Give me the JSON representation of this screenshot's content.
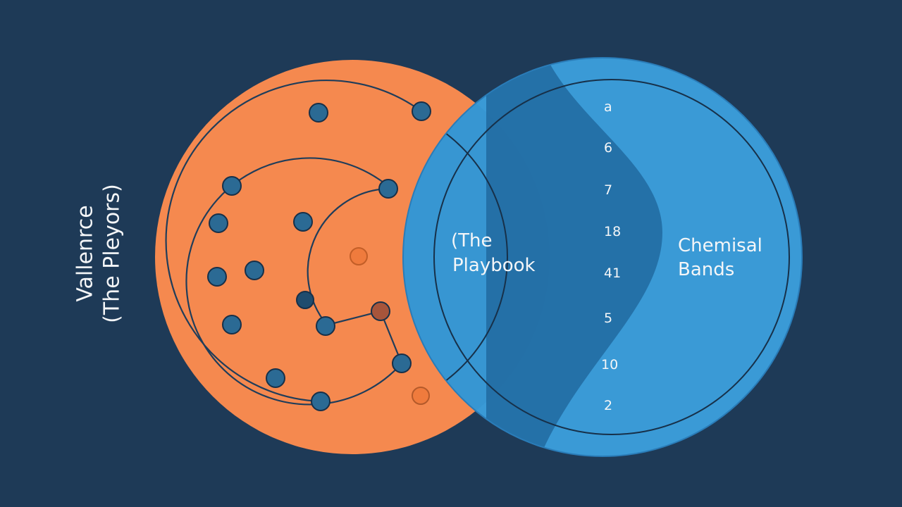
{
  "colors": {
    "background": "#1e3a57",
    "orange_circle": "#f5894f",
    "blue_circle": "#3a9ad6",
    "blue_overlap": "#2f7fb8",
    "band": "#216aa0",
    "outline": "#173049",
    "node": "#2b6a94",
    "node_dark": "#1f4c6e",
    "node_orange": "#ef7b3d",
    "node_rust": "#a7553b",
    "text_light": "#f4f6f8"
  },
  "side_label": {
    "line1": "Vallenrce",
    "line2": "(The Pleyors)"
  },
  "overlap_label": {
    "line1": "(The",
    "line2": "Playbook"
  },
  "right_label": {
    "line1": "Chemisal",
    "line2": "Bands"
  },
  "band_numbers": [
    "a",
    "6",
    "7",
    "18",
    "41",
    "5",
    "10",
    "2"
  ],
  "icons": {
    "nodes": "circle-node"
  }
}
